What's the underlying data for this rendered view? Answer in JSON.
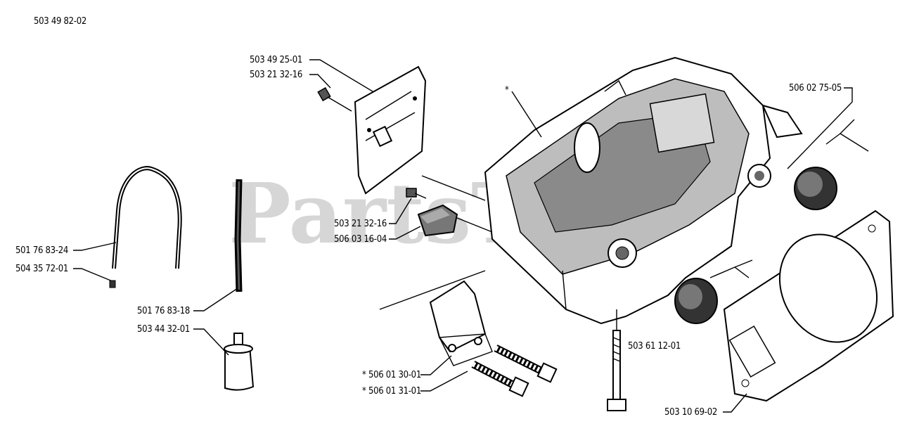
{
  "diagram": {
    "ref_number": "503 49 82-02",
    "watermark": "PartsT",
    "labels": {
      "cover_plate": "503 49 25-01",
      "cover_screw": "503 21 32-16",
      "pin": "*",
      "oil_seal": "506 02 75-05",
      "guard_screw": "503 21 32-16",
      "guard_block": "506 03 16-04",
      "fuel_line": "501 76 83-24",
      "line_end": "504 35 72-01",
      "hose": "501 76 83-18",
      "filter": "503 44 32-01",
      "bracket": "* 506 01 30-01",
      "bolts": "* 506 01 31-01",
      "long_bolt": "503 61 12-01",
      "gasket": "503 10 69-02"
    }
  }
}
